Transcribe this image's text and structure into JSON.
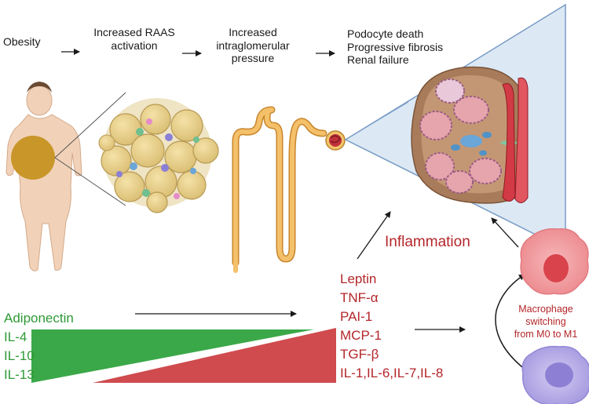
{
  "pathway": {
    "obesity": "Obesity",
    "raas_line1": "Increased RAAS",
    "raas_line2": "activation",
    "pressure_line1": "Increased",
    "pressure_line2": "intraglomerular",
    "pressure_line3": "pressure",
    "outcome_1": "Podocyte death",
    "outcome_2": "Progressive fibrosis",
    "outcome_3": "Renal failure"
  },
  "anti_inflammatory": [
    "Adiponectin",
    "IL-4",
    "IL-10",
    "IL-13"
  ],
  "pro_inflammatory": [
    "Leptin",
    "TNF-α",
    "PAI-1",
    "MCP-1",
    "TGF-β",
    "IL-1,IL-6,IL-7,IL-8"
  ],
  "inflammation_label": "Inflammation",
  "macrophage": {
    "line1": "Macrophage",
    "line2": "switching",
    "line3": "from M0 to M1"
  },
  "icons": [
    "human-body-icon",
    "adipose-tissue-icon",
    "nephron-icon",
    "glomerulus-icon",
    "m1-macrophage-icon",
    "m0-macrophage-icon"
  ],
  "colors": {
    "anti_inflammatory": "#2e9a36",
    "pro_inflammatory": "#b4262a",
    "green_wedge": "#3aa848",
    "red_wedge": "#cf4b4e",
    "tubule": "#f0b04a",
    "triangle_fill": "#dce9f5",
    "triangle_stroke": "#7a9cc6",
    "abdomen": "#c9962a"
  }
}
